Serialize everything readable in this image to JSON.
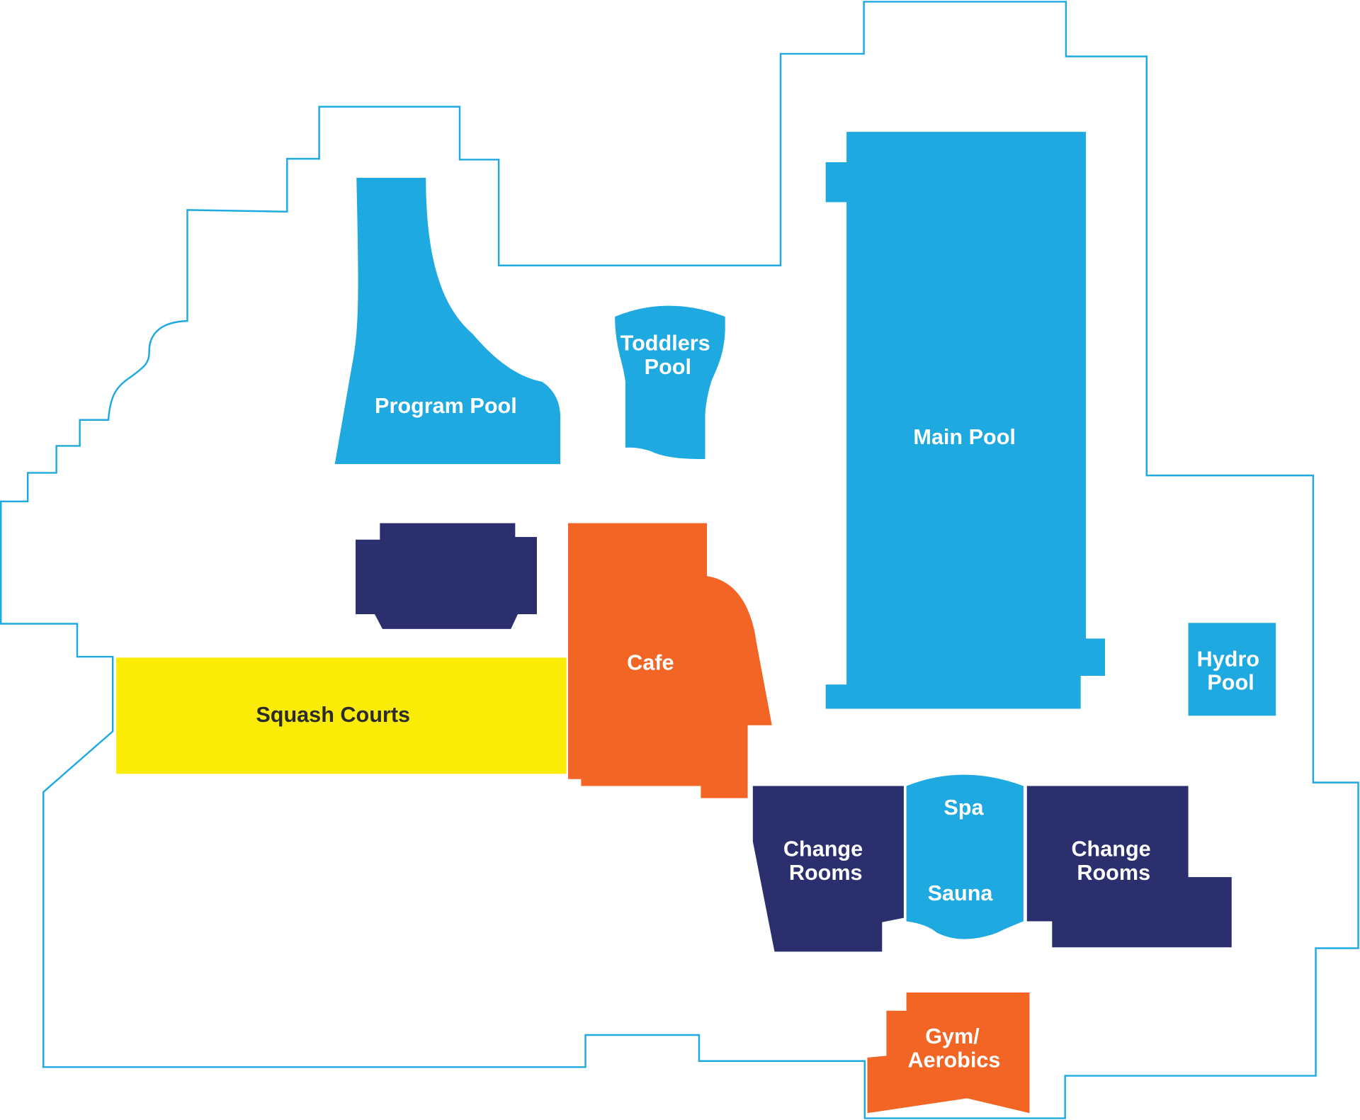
{
  "colors": {
    "outline": "#1fa9e1",
    "pool": "#1fa9e1",
    "navy": "#2c2f6e",
    "orange": "#f26524",
    "yellow": "#fbec07",
    "background": "#ffffff"
  },
  "areas": {
    "program_pool": {
      "line1": "Program Pool"
    },
    "toddlers_pool": {
      "line1": "Toddlers",
      "line2": "Pool"
    },
    "main_pool": {
      "line1": "Main Pool"
    },
    "hydro_pool": {
      "line1": "Hydro",
      "line2": "Pool"
    },
    "cafe": {
      "line1": "Cafe"
    },
    "squash_courts": {
      "line1": "Squash Courts"
    },
    "change_rooms_left": {
      "line1": "Change",
      "line2": "Rooms"
    },
    "change_rooms_right": {
      "line1": "Change",
      "line2": "Rooms"
    },
    "spa": {
      "line1": "Spa"
    },
    "sauna": {
      "line1": "Sauna"
    },
    "gym_aerobics": {
      "line1": "Gym/",
      "line2": "Aerobics"
    },
    "unlabeled_block": {
      "line1": ""
    }
  }
}
